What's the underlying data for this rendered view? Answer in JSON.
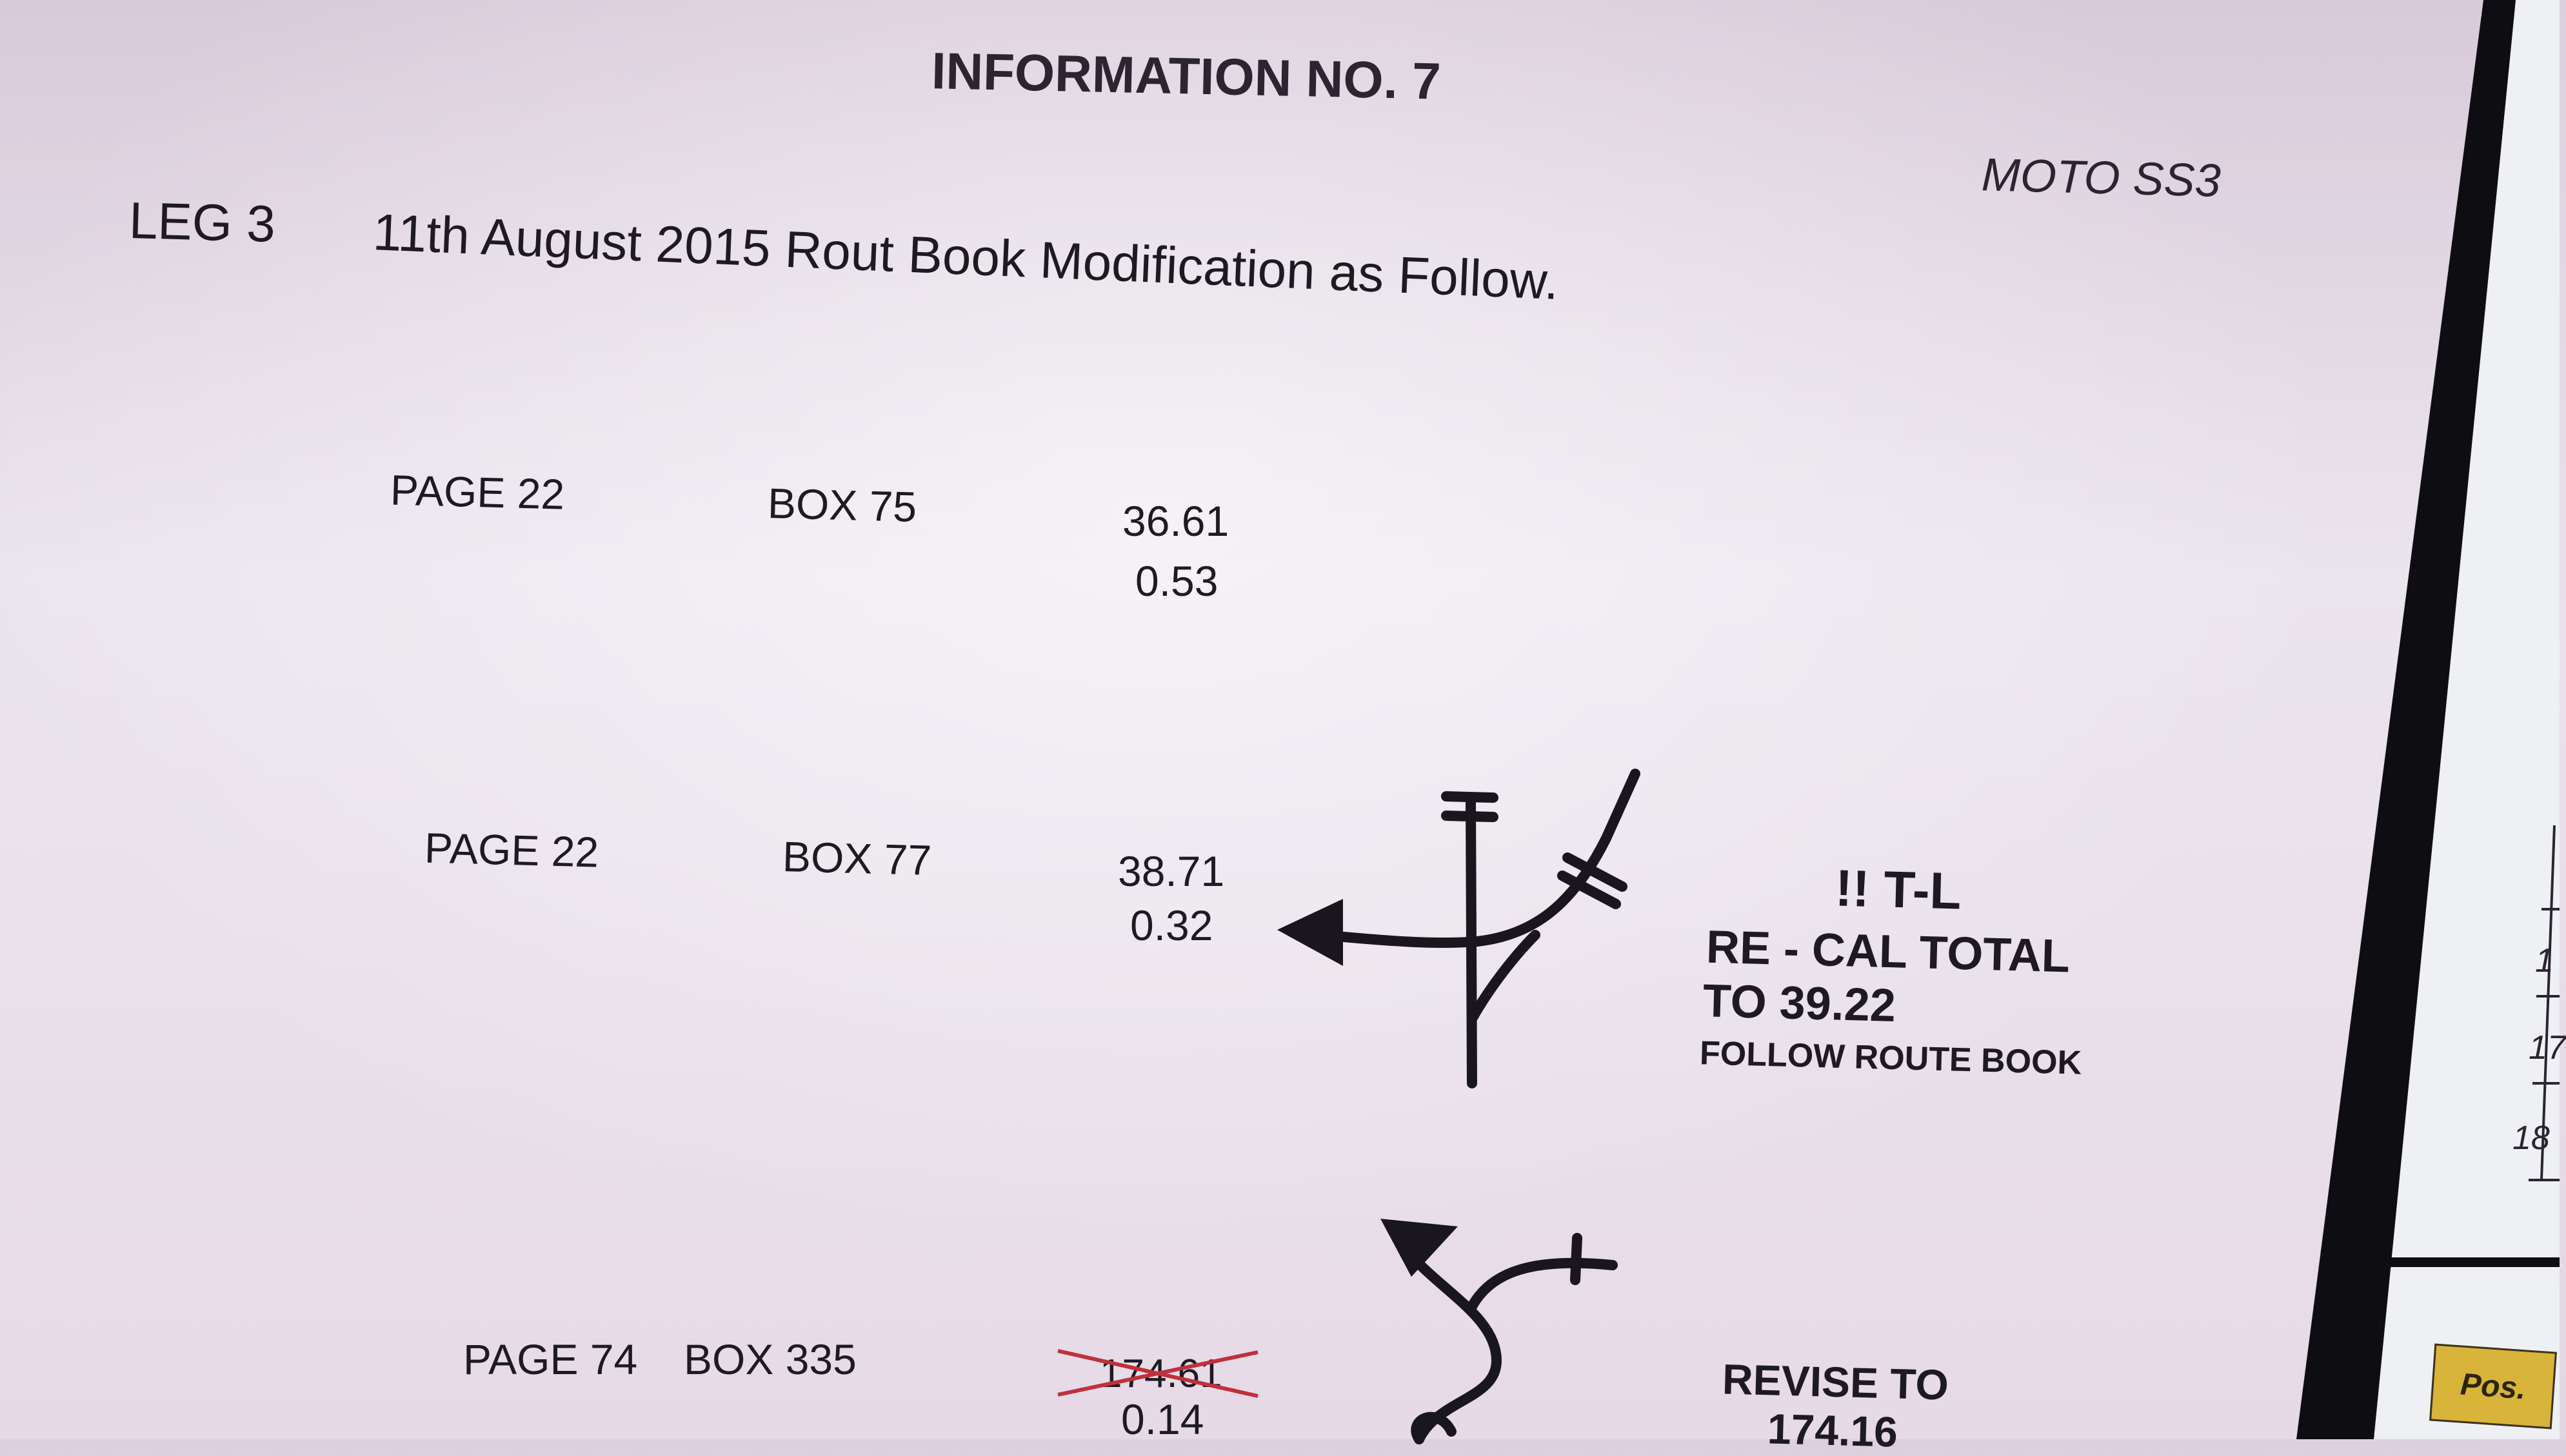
{
  "header": {
    "title": "INFORMATION NO. 7",
    "class": "MOTO SS3",
    "leg": "LEG 3",
    "subtitle": "11th August 2015 Rout Book Modification as Follow."
  },
  "entries": [
    {
      "page": "PAGE 22",
      "box": "BOX 75",
      "total": "36.61",
      "partial": "0.53"
    },
    {
      "page": "PAGE 22",
      "box": "BOX 77",
      "total": "38.71",
      "partial": "0.32",
      "note_line1": "!!  T-L",
      "note_line2": "RE - CAL TOTAL",
      "note_line3": "TO   39.22",
      "note_line4": "FOLLOW ROUTE BOOK"
    },
    {
      "page": "PAGE 74",
      "box": "BOX 335",
      "total_struck": "174.61",
      "partial": "0.14",
      "note_line1": "REVISE TO",
      "note_line2": "174.16"
    }
  ],
  "side_panel": {
    "numbers": [
      "1",
      "17",
      "18"
    ],
    "tab_label": "Pos."
  },
  "colors": {
    "paper": "#e6dde8",
    "ink": "#1e1a22",
    "strike": "#c0303a",
    "tab": "#d8b43a"
  }
}
